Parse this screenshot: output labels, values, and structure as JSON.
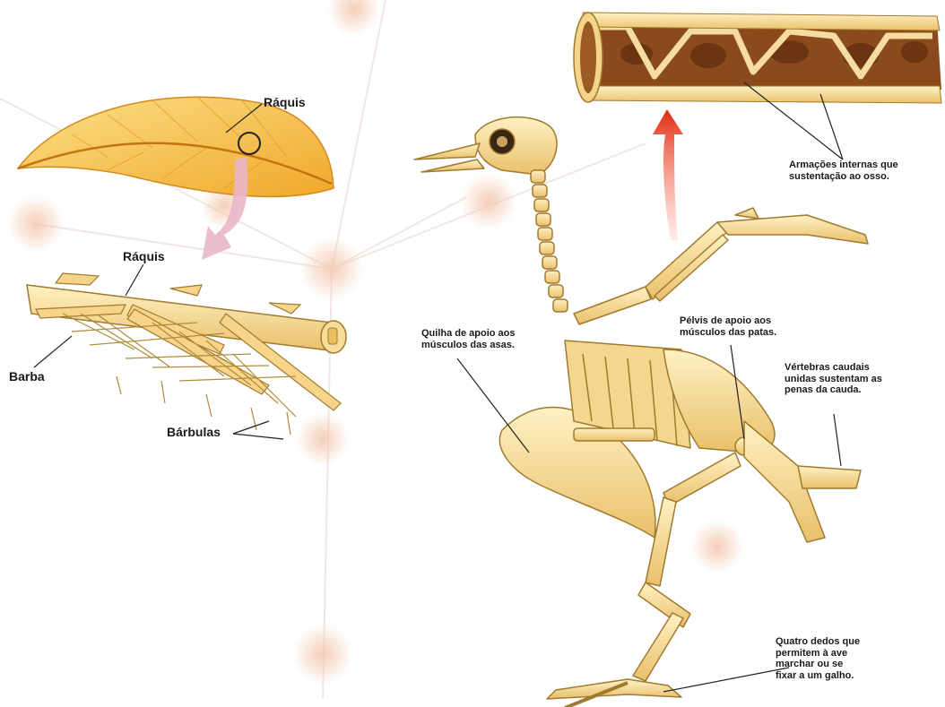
{
  "feather": {
    "rachis_top_label": "Ráquis",
    "rachis_detail_label": "Ráquis",
    "barb_label": "Barba",
    "barbules_label": "Bárbulas"
  },
  "bone": {
    "label": "Armações internas que\nsustentação ao osso."
  },
  "skeleton": {
    "keel_label": "Quilha de apoio aos\nmúsculos das asas.",
    "pelvis_label": "Pélvis de apoio aos\nmúsculos das patas.",
    "tail_label": "Vértebras caudais\nunidas sustentam as\npenas da cauda.",
    "toes_label": "Quatro dedos que\npermitem à ave\nmarchar ou se\nfixar a um galho."
  },
  "colors": {
    "bone": "#f3d48a",
    "bone_outline": "#a07a2e",
    "feather": "#f6c24a",
    "marrow": "#8a4a1c",
    "arrow_red": "#e02a10",
    "arrow_pink": "#e6b3c8",
    "background_dots": "#f6d7c3"
  }
}
